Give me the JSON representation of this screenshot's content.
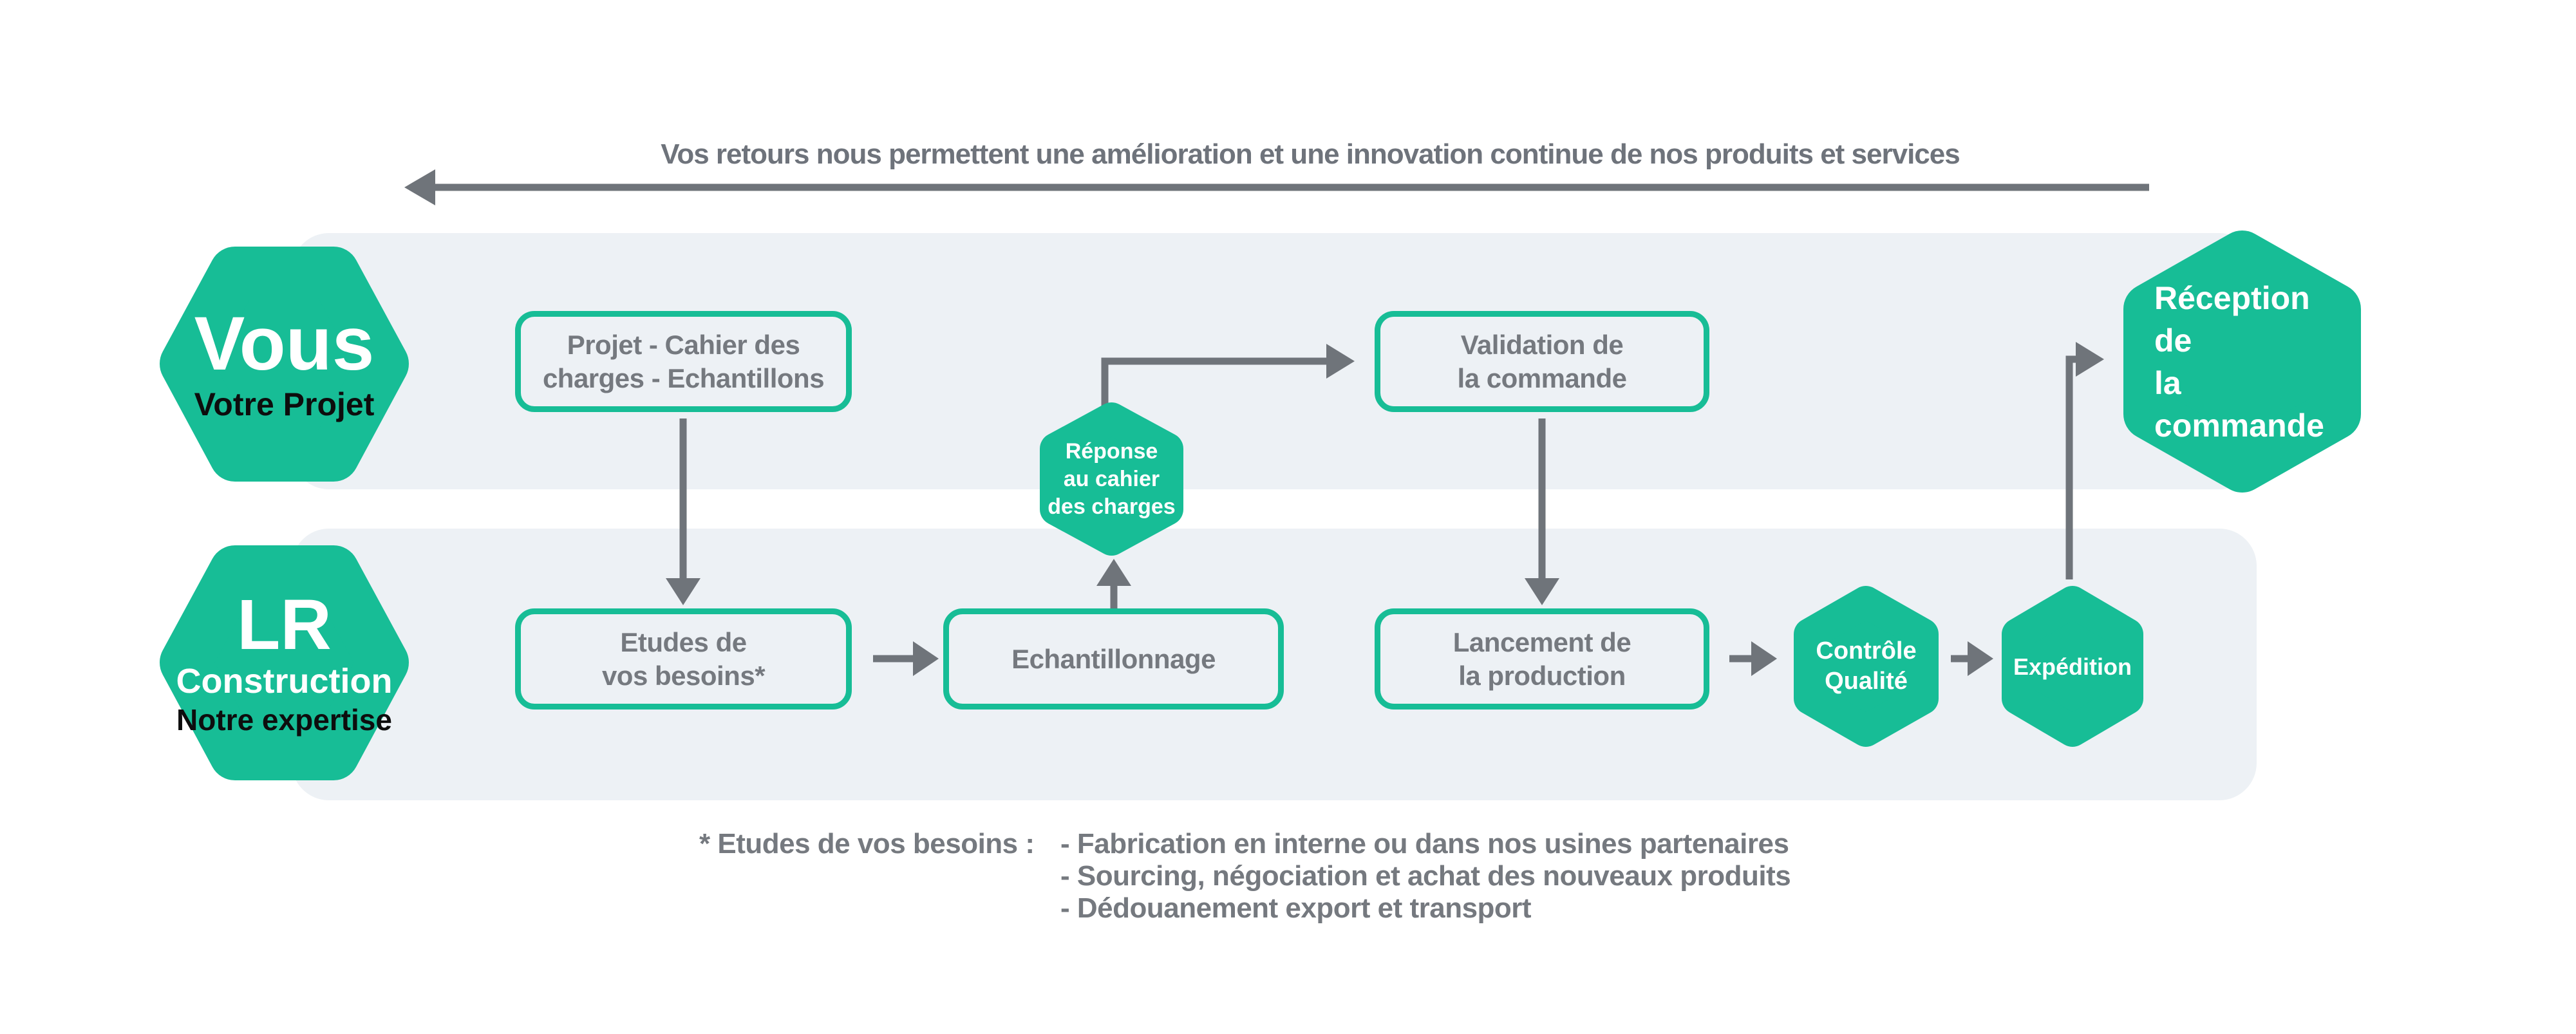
{
  "colors": {
    "green": "#17bd96",
    "band": "#edf1f5",
    "arrow": "#6f747a",
    "graytext": "#75797f",
    "darktext": "#0d0d0d",
    "bannertext": "#6e737b"
  },
  "banner": {
    "label": "Vos retours nous permettent une amélioration et une innovation continue de nos produits et services"
  },
  "lanes": {
    "you": {
      "title": "Vous",
      "subtitle": "Votre Projet"
    },
    "company": {
      "title": "LR",
      "name": "Construction",
      "subtitle": "Notre expertise"
    }
  },
  "nodes": {
    "projet": {
      "label": "Projet - Cahier des\ncharges - Echantillons"
    },
    "validation": {
      "label": "Validation de\nla commande"
    },
    "reception": {
      "label": "Réception de\nla commande"
    },
    "etudes": {
      "label": "Etudes de\nvos besoins*"
    },
    "echantillonnage": {
      "label": "Echantillonnage"
    },
    "reponse": {
      "label": "Réponse\nau cahier\ndes charges"
    },
    "lancement": {
      "label": "Lancement de\nla production"
    },
    "controle": {
      "label": "Contrôle\nQualité"
    },
    "expedition": {
      "label": "Expédition"
    }
  },
  "footnote": {
    "label": "* Etudes de vos besoins :",
    "items": [
      "- Fabrication en interne ou dans nos usines partenaires",
      "- Sourcing, négociation et achat des nouveaux produits",
      "- Dédouanement export et transport"
    ]
  }
}
